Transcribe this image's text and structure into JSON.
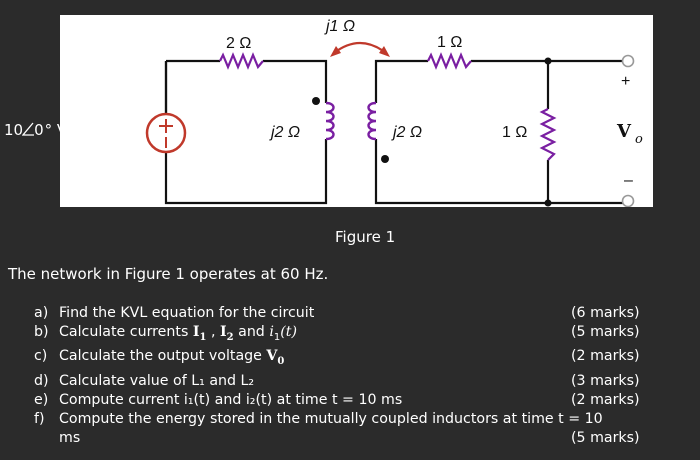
{
  "figure": {
    "source_value": "10",
    "source_angle": "0",
    "source_unit": "° V",
    "resistor_left": "2 Ω",
    "mutual_label": "j1 Ω",
    "inductor_left": "j2 Ω",
    "inductor_right": "j2 Ω",
    "resistor_top_right": "1 Ω",
    "resistor_shunt": "1 Ω",
    "output_plus": "+",
    "output_minus": "–",
    "output_label_main": "V",
    "output_label_sub": "o",
    "caption": "Figure 1"
  },
  "intro": "The network in Figure 1 operates at 60 Hz.",
  "questions": {
    "a": {
      "letter": "a)",
      "text": "Find the KVL equation for the circuit",
      "marks": "(6 marks)"
    },
    "b": {
      "letter": "b)",
      "pre": "Calculate currents ",
      "s1": "I",
      "s1sub": "1",
      "sep1": " , ",
      "s2": "I",
      "s2sub": "2",
      "sep2": " and ",
      "s3": "i",
      "s3sub": "1",
      "s3tail": "(t)",
      "marks": "(5 marks)"
    },
    "c": {
      "letter": "c)",
      "pre": "Calculate the output voltage ",
      "sym": "V",
      "symsub": "0",
      "marks": "(2 marks)"
    },
    "d": {
      "letter": "d)",
      "text": "Calculate value of L₁ and L₂",
      "marks": "(3 marks)"
    },
    "e": {
      "letter": "e)",
      "text": "Compute current i₁(t) and i₂(t) at time t = 10 ms",
      "marks": "(2 marks)"
    },
    "f": {
      "letter": "f)",
      "text": "Compute the energy stored in the mutually coupled inductors at time t = 10",
      "cont": "ms",
      "marks": "(5 marks)"
    }
  },
  "colors": {
    "background": "#2b2b2b",
    "source_circle": "#c0392b",
    "resistor": "#7a1fa2",
    "inductor": "#7a1fa2",
    "mutual_arrow": "#c0392b",
    "wire": "#111111"
  }
}
